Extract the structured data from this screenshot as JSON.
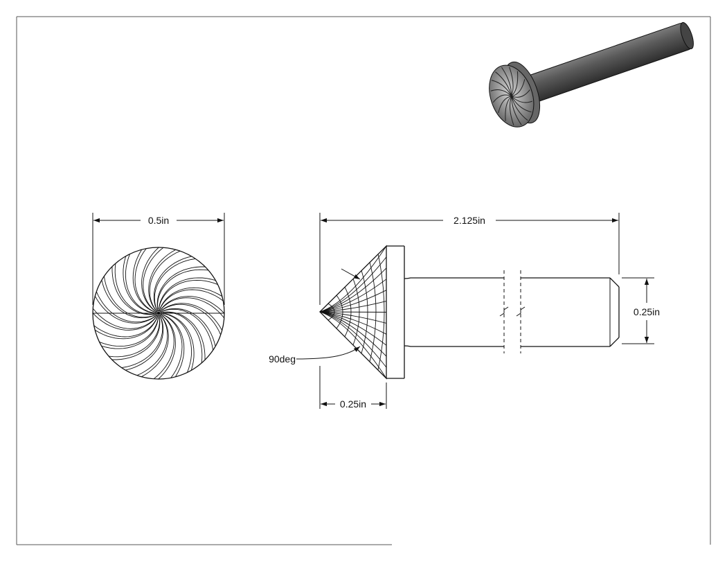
{
  "drawing": {
    "views": {
      "end_view": {
        "diameter_label": "0.5in",
        "flute_count": 24
      },
      "side_view": {
        "overall_length_label": "2.125in",
        "head_length_label": "0.25in",
        "shank_diameter_label": "0.25in",
        "angle_label": "90deg"
      }
    },
    "colors": {
      "line": "#111111",
      "border": "#555555",
      "iso_body": "#4a4a4a",
      "iso_highlight": "#9a9a9a"
    }
  }
}
